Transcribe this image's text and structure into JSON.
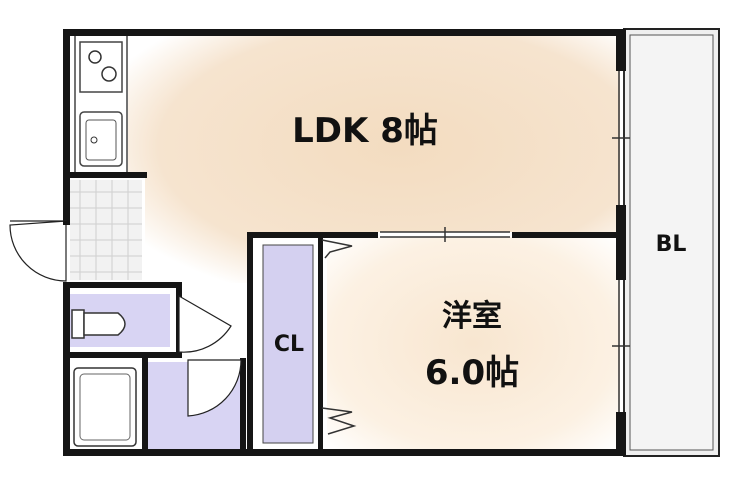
{
  "rooms": {
    "ldk": {
      "label": "LDK 8帖"
    },
    "washitsu": {
      "label_top": "洋室",
      "label_bottom": "6.0帖"
    },
    "closet": {
      "label": "CL"
    },
    "balcony": {
      "label": "BL"
    }
  },
  "colors": {
    "ldk_fill": "#f5e3cd",
    "room_fill": "#fdf2e4",
    "closet_fill": "#d4d0f0",
    "bath_fill": "#d8d4f3",
    "balcony_fill": "#efefef",
    "wall": "#151515"
  }
}
